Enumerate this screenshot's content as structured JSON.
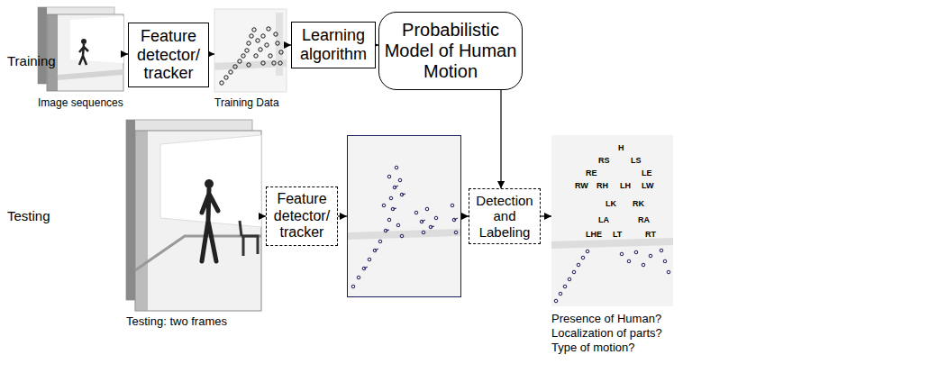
{
  "diagram": {
    "nodes": [
      {
        "text": [
          "Image sequences"
        ]
      },
      {
        "text": [
          "Feature detector/ tracker"
        ]
      },
      {
        "text": [
          "Training Data"
        ]
      },
      {
        "text": [
          "Learning algorithm"
        ]
      },
      {
        "text": [
          "Probabilistic Model of Human Motion"
        ]
      },
      {
        "text": [
          "Testing: two frames"
        ]
      },
      {
        "text": [
          "Feature detector/ tracker"
        ]
      },
      {
        "text": []
      },
      {
        "text": [
          "Detection and Labeling"
        ]
      },
      {
        "text": [
          "Presence of Human?",
          "Localization of parts?",
          "Type of motion?"
        ]
      }
    ],
    "edges": [
      {
        "from": 0,
        "to": 1,
        "arrow": "to"
      },
      {
        "from": 1,
        "to": 2,
        "arrow": "to"
      },
      {
        "from": 2,
        "to": 3,
        "arrow": "to"
      },
      {
        "from": 3,
        "to": 4,
        "arrow": "to"
      },
      {
        "from": 4,
        "to": 8,
        "arrow": "to"
      },
      {
        "from": 5,
        "to": 6,
        "arrow": "to"
      },
      {
        "from": 6,
        "to": 7,
        "arrow": "to"
      },
      {
        "from": 7,
        "to": 8,
        "arrow": "to"
      },
      {
        "from": 8,
        "to": 9,
        "arrow": "to"
      }
    ],
    "labels": [
      "Training",
      "Testing",
      "H",
      "RS",
      "LS",
      "RE",
      "LE",
      "RW",
      "RH",
      "LH",
      "LW",
      "LK",
      "RK",
      "LA",
      "RA",
      "LHE",
      "LT",
      "RT"
    ]
  }
}
